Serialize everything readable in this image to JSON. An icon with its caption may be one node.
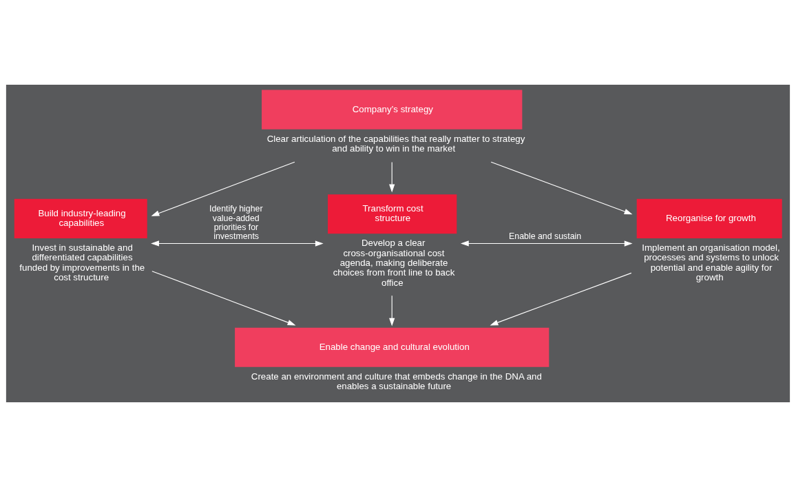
{
  "diagram": {
    "nodes": [
      {
        "text": [
          "Company’s strategy"
        ],
        "beside": [
          "Clear articulation of the capabilities that really matter to strategy and ability to win in the market"
        ]
      },
      {
        "text": [
          "Build industry-leading capabilities"
        ],
        "beside": [
          "Invest in sustainable and differentiated capabilities funded by improvements in the cost structure"
        ]
      },
      {
        "text": [
          "Transform cost structure"
        ],
        "beside": [
          "Develop a clear cross-organisational cost agenda, making deliberate choices from front line to back office"
        ]
      },
      {
        "text": [
          "Reorganise for growth"
        ],
        "beside": [
          "Implement an organisation model, processes and systems to unlock potential and enable agility for growth"
        ]
      },
      {
        "text": [
          "Enable change and cultural evolution"
        ],
        "beside": [
          "Create an environment and culture that embeds change in the DNA and enables a sustainable future"
        ]
      }
    ],
    "edges": [
      {
        "from": 0,
        "to": 1,
        "arrow": "to"
      },
      {
        "from": 0,
        "to": 2,
        "arrow": "to"
      },
      {
        "from": 0,
        "to": 3,
        "arrow": "to"
      },
      {
        "from": 1,
        "to": 2,
        "arrow": "both",
        "label": "Identify higher value-added priorities for investments"
      },
      {
        "from": 2,
        "to": 3,
        "arrow": "both",
        "label": "Enable and sustain"
      },
      {
        "from": 1,
        "to": 4,
        "arrow": "to"
      },
      {
        "from": 2,
        "to": 4,
        "arrow": "to"
      },
      {
        "from": 3,
        "to": 4,
        "arrow": "to"
      }
    ]
  }
}
